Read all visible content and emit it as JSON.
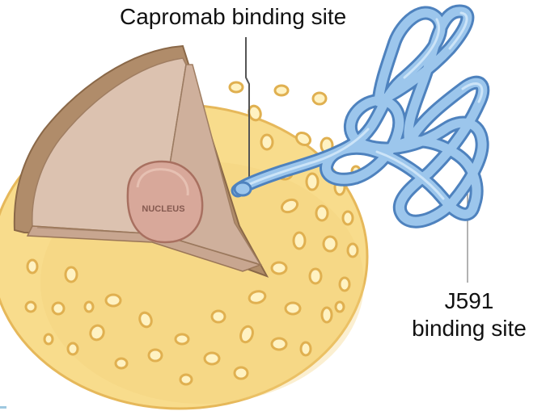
{
  "labels": {
    "capromab": "Capromab binding site",
    "j591_line1": "J591",
    "j591_line2": "binding site",
    "nucleus": "NUCLEUS"
  },
  "colors": {
    "cell_surface": "#f8dc8c",
    "cell_edge": "#e8bc5c",
    "cytoplasm": "#d8b8a6",
    "membrane": "#a8805c",
    "nucleus": "#d8a89a",
    "nucleus_edge": "#a87060",
    "antigen": "#9cc6ec",
    "antigen_edge": "#4e82be",
    "leader_line": "#555555"
  }
}
